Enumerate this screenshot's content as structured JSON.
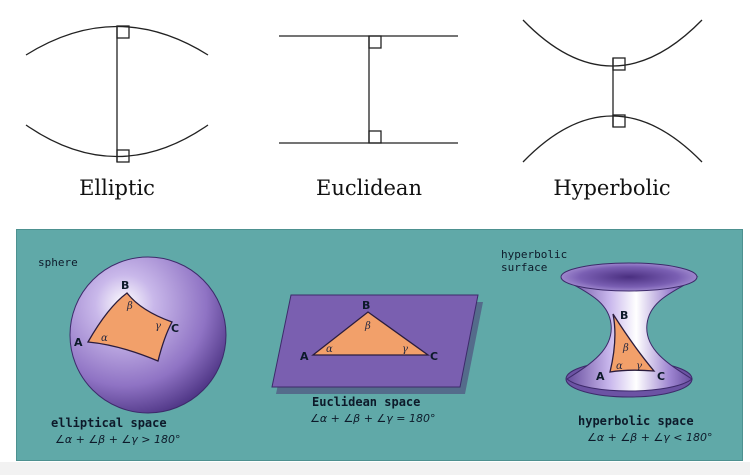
{
  "top_row": {
    "elliptic": "Elliptic",
    "euclidean": "Euclidean",
    "hyperbolic": "Hyperbolic"
  },
  "panel": {
    "sphere": {
      "label": "sphere",
      "title": "elliptical space",
      "formula": "∠α + ∠β + ∠γ > 180°",
      "vertices": {
        "a": "A",
        "b": "B",
        "c": "C"
      },
      "angles": {
        "alpha": "α",
        "beta": "β",
        "gamma": "γ"
      }
    },
    "plane": {
      "title": "Euclidean space",
      "formula": "∠α + ∠β + ∠γ = 180°",
      "vertices": {
        "a": "A",
        "b": "B",
        "c": "C"
      },
      "angles": {
        "alpha": "α",
        "beta": "β",
        "gamma": "γ"
      }
    },
    "hyperbolic": {
      "label": "hyperbolic\nsurface",
      "title": "hyperbolic space",
      "formula": "∠α + ∠β + ∠γ < 180°",
      "vertices": {
        "a": "A",
        "b": "B",
        "c": "C"
      },
      "angles": {
        "alpha": "α",
        "beta": "β",
        "gamma": "γ"
      }
    }
  },
  "colors": {
    "panel_bg": "#60a9a8",
    "sphere_purple": "#8f73c4",
    "plane_purple": "#7a5fb0",
    "triangle_orange": "#f2a06a",
    "ink": "#0d1a2a"
  }
}
